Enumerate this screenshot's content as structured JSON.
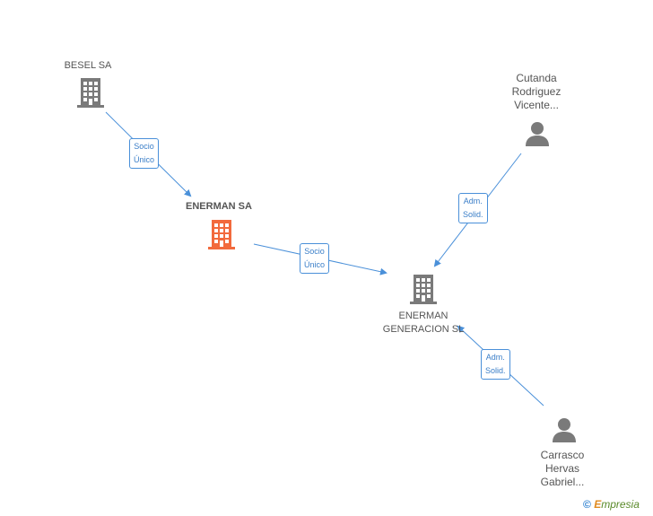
{
  "nodes": {
    "besel": {
      "label": "BESEL SA",
      "kind": "company"
    },
    "enerman_sa": {
      "label": "ENERMAN SA",
      "kind": "company",
      "highlight": true
    },
    "enerman_gen": {
      "label_line1": "ENERMAN",
      "label_line2": "GENERACION SL",
      "kind": "company"
    },
    "cutanda": {
      "label_line1": "Cutanda",
      "label_line2": "Rodriguez",
      "label_line3": "Vicente...",
      "kind": "person"
    },
    "carrasco": {
      "label_line1": "Carrasco",
      "label_line2": "Hervas",
      "label_line3": "Gabriel...",
      "kind": "person"
    }
  },
  "edges": {
    "besel_to_enerman": {
      "line1": "Socio",
      "line2": "Único"
    },
    "enerman_to_gen": {
      "line1": "Socio",
      "line2": "Único"
    },
    "cutanda_to_gen": {
      "line1": "Adm.",
      "line2": "Solid."
    },
    "carrasco_to_gen": {
      "line1": "Adm.",
      "line2": "Solid."
    }
  },
  "colors": {
    "company": "#7a7a7a",
    "highlight": "#f26a3d",
    "person": "#7a7a7a",
    "edge": "#4a90d9"
  },
  "brand": {
    "symbol": "©",
    "initial": "E",
    "rest": "mpresia"
  }
}
